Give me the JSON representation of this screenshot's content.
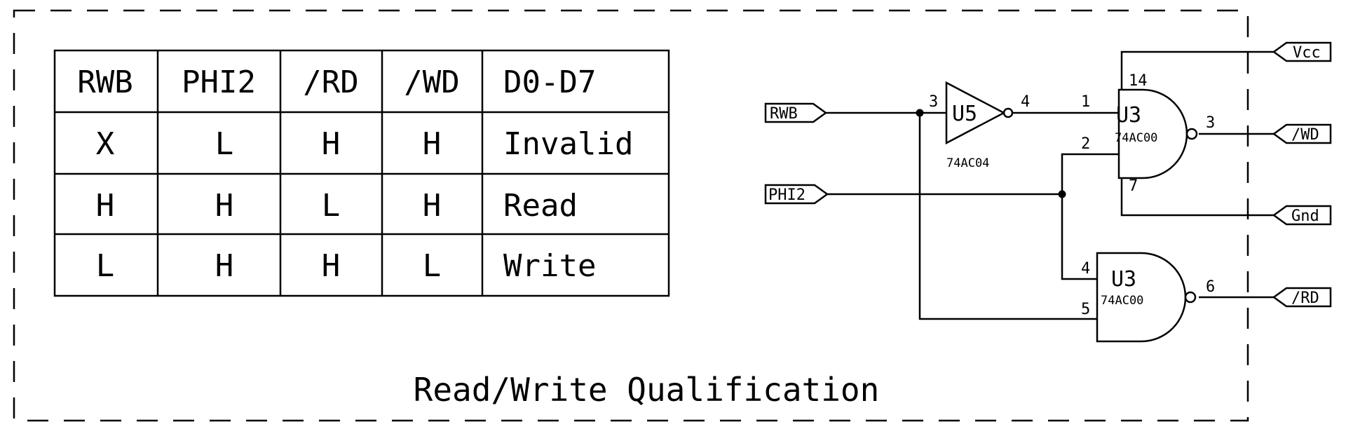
{
  "title": "Read/Write Qualification",
  "truth_table": {
    "headers": [
      "RWB",
      "PHI2",
      "/RD",
      "/WD",
      "D0-D7"
    ],
    "rows": [
      [
        "X",
        "L",
        "H",
        "H",
        "Invalid"
      ],
      [
        "H",
        "H",
        "L",
        "H",
        "Read"
      ],
      [
        "L",
        "H",
        "H",
        "L",
        "Write"
      ]
    ]
  },
  "inputs": {
    "rwb": "RWB",
    "phi2": "PHI2"
  },
  "outputs": {
    "vcc": "Vcc",
    "wd": "/WD",
    "gnd": "Gnd",
    "rd": "/RD"
  },
  "inverter": {
    "ref": "U5",
    "part": "74AC04",
    "pin_in": "3",
    "pin_out": "4"
  },
  "nand_top": {
    "ref": "U3",
    "part": "74AC00",
    "pin_a": "1",
    "pin_b": "2",
    "pin_out": "3",
    "pin_vcc": "14",
    "pin_gnd": "7"
  },
  "nand_bottom": {
    "ref": "U3",
    "part": "74AC00",
    "pin_a": "4",
    "pin_b": "5",
    "pin_out": "6"
  }
}
